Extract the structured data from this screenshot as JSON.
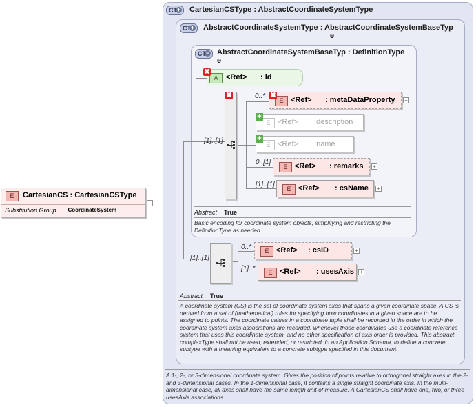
{
  "root": {
    "icon": "E",
    "title": "CartesianCS : CartesianCSType",
    "subst_label": "Substitution Group",
    "subst_value": "_CoordinateSystem"
  },
  "ct_outer": {
    "badge": "CT",
    "title": "CartesianCSType : AbstractCoordinateSystemType"
  },
  "ct_mid": {
    "badge": "CT",
    "title_line1": "AbstractCoordinateSystemType : AbstractCoordinateSystemBaseTyp",
    "title_line2": "e"
  },
  "ct_inner": {
    "badge": "CT",
    "title_line1": "AbstractCoordinateSystemBaseTyp : DefinitionType",
    "title_line2": "e"
  },
  "attr_id": {
    "icon": "A",
    "ref": "<Ref>",
    "name": ": id"
  },
  "elements": {
    "metaDataProperty": {
      "card": "0..*",
      "icon": "E",
      "ref": "<Ref>",
      "name": ": metaDataProperty"
    },
    "description": {
      "icon": "E",
      "ref": "<Ref>",
      "name": ": description"
    },
    "name": {
      "icon": "E",
      "ref": "<Ref>",
      "name": ": name"
    },
    "remarks": {
      "card": "0..[1]",
      "icon": "E",
      "ref": "<Ref>",
      "name": ": remarks"
    },
    "csName": {
      "card": "[1]..[1]",
      "icon": "E",
      "ref": "<Ref>",
      "name": ": csName"
    },
    "csID": {
      "card": "0..*",
      "icon": "E",
      "ref": "<Ref>",
      "name": ": csID"
    },
    "usesAxis": {
      "card": "[1]..*",
      "icon": "E",
      "ref": "<Ref>",
      "name": ": usesAxis"
    }
  },
  "seq1_card": "[1]..[1]",
  "seq2_card": "[1]..[1]",
  "inner_ann": {
    "label": "Abstract",
    "value": "True",
    "text": "Basic encoding for coordinate system objects, simplifying and restricting the DefinitionType as needed."
  },
  "mid_ann": {
    "label": "Abstract",
    "value": "True",
    "text": "A coordinate system (CS) is the set of coordinate system axes that spans a given coordinate space. A CS is derived from a set of (mathematical) rules for specifying how coordinates in a given space are to be assigned to points. The coordinate values in a coordinate tuple shall be recorded in the order in which the coordinate system axes associations are recorded, whenever those coordinates use a coordinate reference system that uses this coordinate system, and no other specification of axis order is provided. This abstract complexType shall not be used, extended, or restricted, in an Application Schema, to define a concrete subtype with a meaning equivalent to a concrete subtype specified in this document."
  },
  "outer_ann": {
    "text": "A 1-, 2-, or 3-dimensional coordinate system. Gives the position of points relative to orthogonal straight axes in the 2- and 3-dimensional cases. In the 1-dimensional case, it contains a single straight coordinate axis. In the multi-dimensional case, all axes shall have the same length unit of measure. A CartesianCS shall have one, two, or three usesAxis associations."
  },
  "icons": [
    "ct-badge-icon",
    "element-icon",
    "attribute-icon",
    "sequence-icon",
    "expand-plus-icon",
    "prohibited-x-icon",
    "optional-plus-icon"
  ],
  "colors": {
    "ct_fill": "#e2e6f3",
    "element_fill": "#fce6e6",
    "attribute_fill": "#eaf7e6"
  }
}
